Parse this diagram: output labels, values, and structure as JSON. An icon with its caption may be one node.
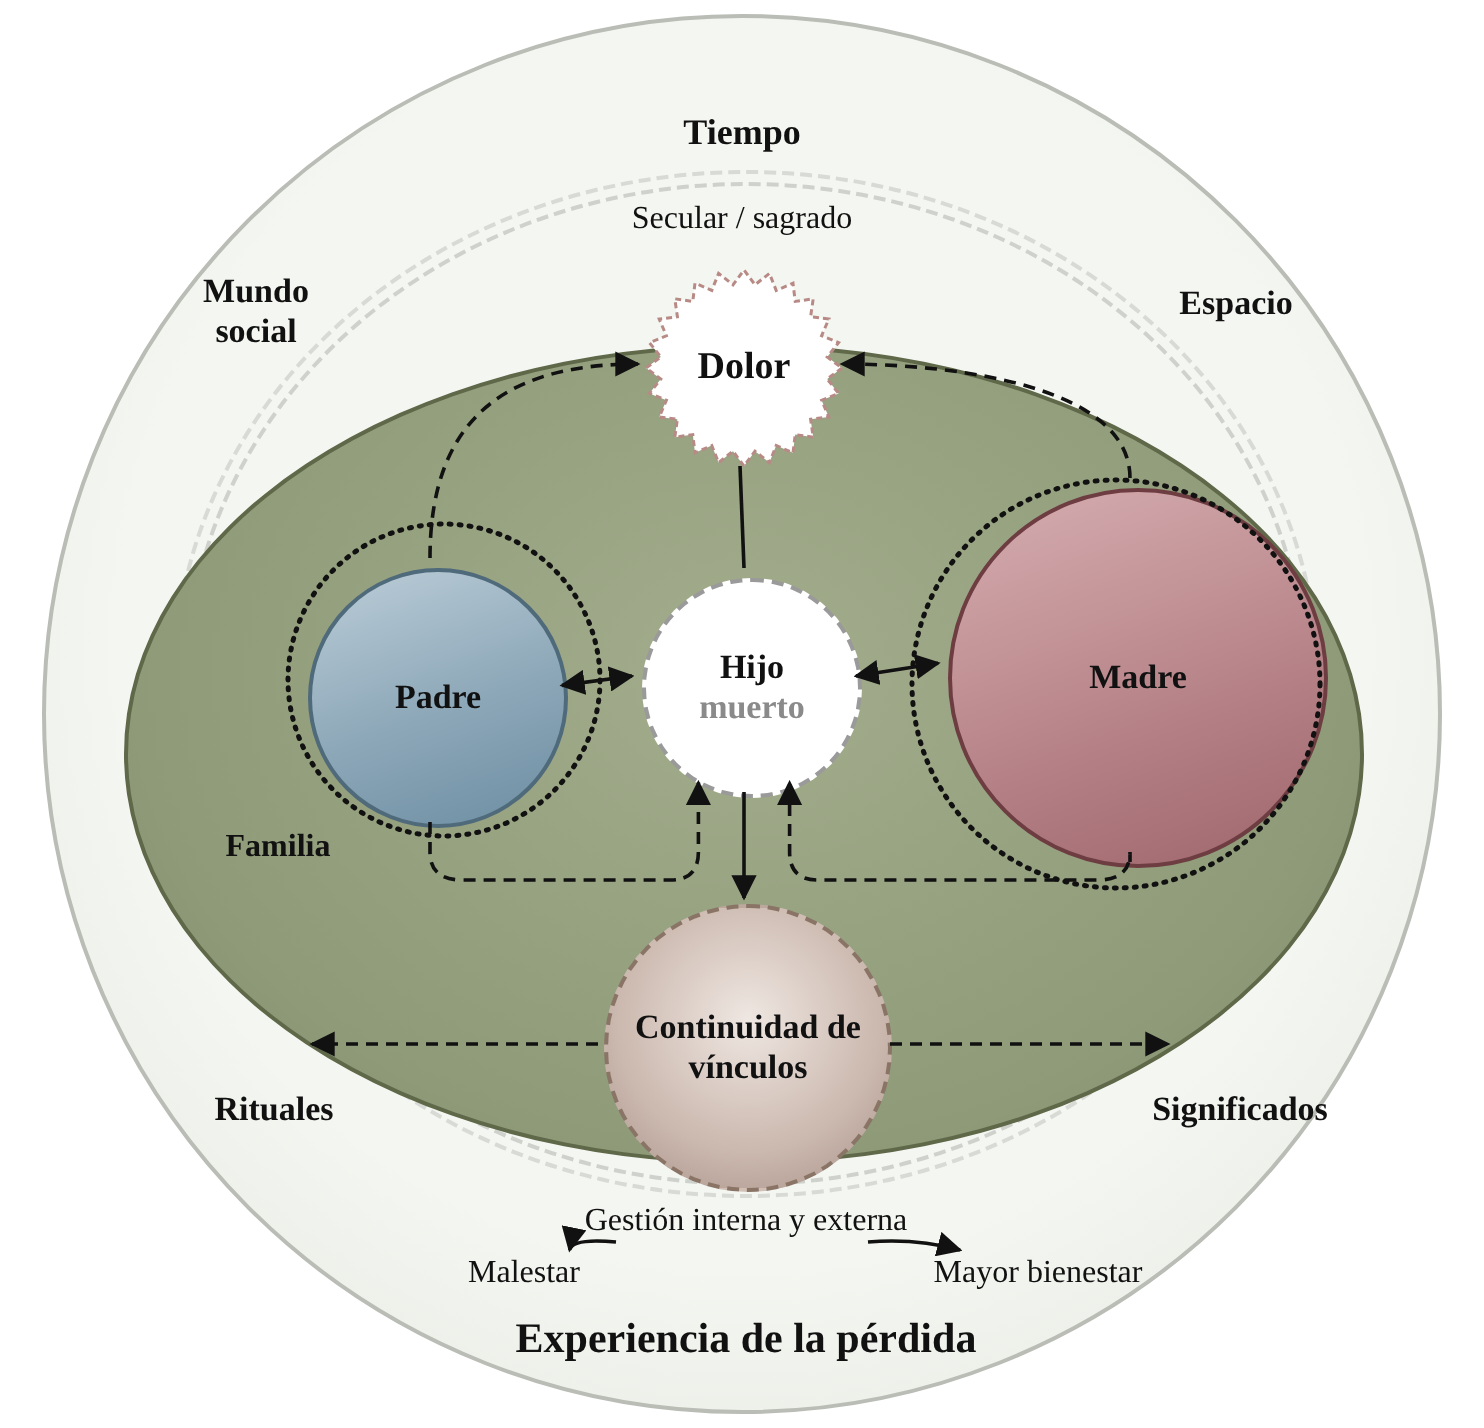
{
  "diagram": {
    "nodes": [
      {
        "text": [
          "Experiencia de la pérdida"
        ]
      },
      {
        "text": [
          "Familia"
        ],
        "in": 0
      },
      {
        "text": [
          "Dolor"
        ],
        "in": 0
      },
      {
        "text": [
          "Padre"
        ],
        "in": 1
      },
      {
        "text": [
          "Hijo",
          "muerto"
        ],
        "in": 1
      },
      {
        "text": [
          "Madre"
        ],
        "in": 1
      },
      {
        "text": [
          "Continuidad de vínculos"
        ],
        "in": 0
      },
      {
        "text": [
          "Gestión interna y externa"
        ],
        "in": 0
      },
      {
        "text": [
          "Malestar"
        ],
        "in": 0
      },
      {
        "text": [
          "Mayor bienestar"
        ],
        "in": 0
      }
    ],
    "edges": [
      {
        "from": 3,
        "to": 2,
        "arrow": "to",
        "style": "dashed"
      },
      {
        "from": 5,
        "to": 2,
        "arrow": "to",
        "style": "dashed"
      },
      {
        "from": 2,
        "to": 4,
        "arrow": "none"
      },
      {
        "from": 3,
        "to": 4,
        "arrow": "both"
      },
      {
        "from": 4,
        "to": 5,
        "arrow": "both"
      },
      {
        "from": 4,
        "to": 6,
        "arrow": "to"
      },
      {
        "from": 3,
        "to": 4,
        "arrow": "to",
        "style": "dashed"
      },
      {
        "from": 5,
        "to": 4,
        "arrow": "to",
        "style": "dashed"
      },
      {
        "from": 6,
        "to": null,
        "arrow": "to",
        "style": "dashed"
      },
      {
        "from": 6,
        "to": null,
        "arrow": "to",
        "style": "dashed"
      },
      {
        "from": 7,
        "to": 8,
        "arrow": "to"
      },
      {
        "from": 7,
        "to": 9,
        "arrow": "to"
      }
    ],
    "labels": [
      "Tiempo",
      "Secular / sagrado",
      "Mundo social",
      "Espacio",
      "Rituales",
      "Significados"
    ]
  }
}
